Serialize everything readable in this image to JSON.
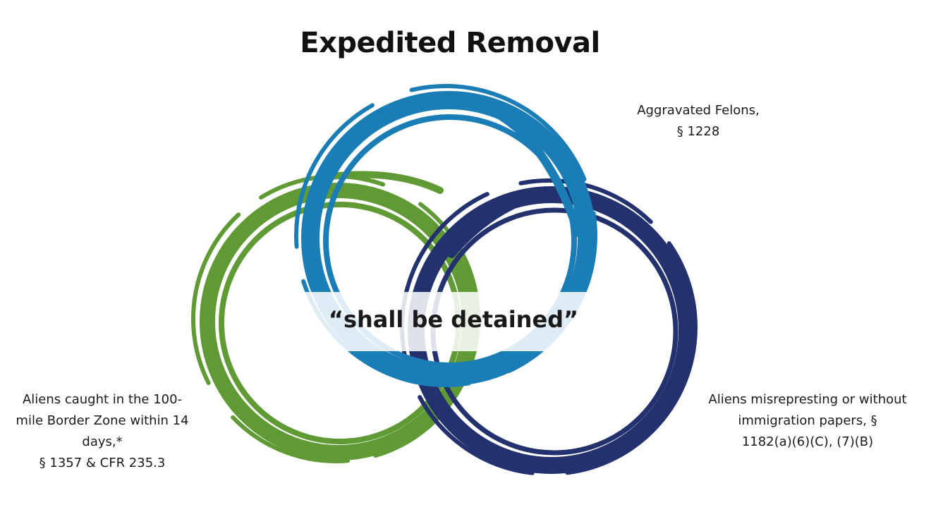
{
  "title": "Expedited Removal",
  "center_label": "“shall be detained”",
  "circles": [
    {
      "name": "aggravated-felons",
      "color": "#1a7db6",
      "label_lines": [
        "Aggravated Felons,",
        "§ 1228"
      ]
    },
    {
      "name": "border-zone",
      "color": "#5f9a35",
      "label_lines": [
        "Aliens caught in the 100-",
        "mile Border Zone within 14",
        "days,*",
        "§ 1357 & CFR 235.3"
      ]
    },
    {
      "name": "immigration-papers",
      "color": "#23316e",
      "label_lines": [
        "Aliens misrepresting or without",
        "immigration papers, §",
        "1182(a)(6)(C), (7)(B)"
      ]
    }
  ]
}
